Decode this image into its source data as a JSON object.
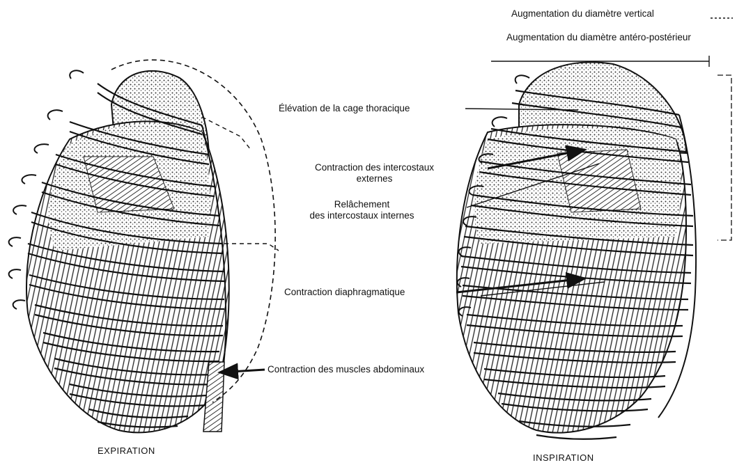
{
  "legend": {
    "vertical": "Augmentation du diamètre vertical",
    "antero_posterior": "Augmentation du diamètre antéro-postérieur"
  },
  "labels": {
    "elevation": "Élévation de la cage thoracique",
    "contraction_ext_line1": "Contraction des intercostaux",
    "contraction_ext_line2": "externes",
    "relachement_line1": "Relâchement",
    "relachement_line2": "des intercostaux internes",
    "diaphragme": "Contraction diaphragmatique",
    "abdominaux": "Contraction des muscles abdominaux"
  },
  "captions": {
    "left": "EXPIRATION",
    "right": "INSPIRATION"
  }
}
